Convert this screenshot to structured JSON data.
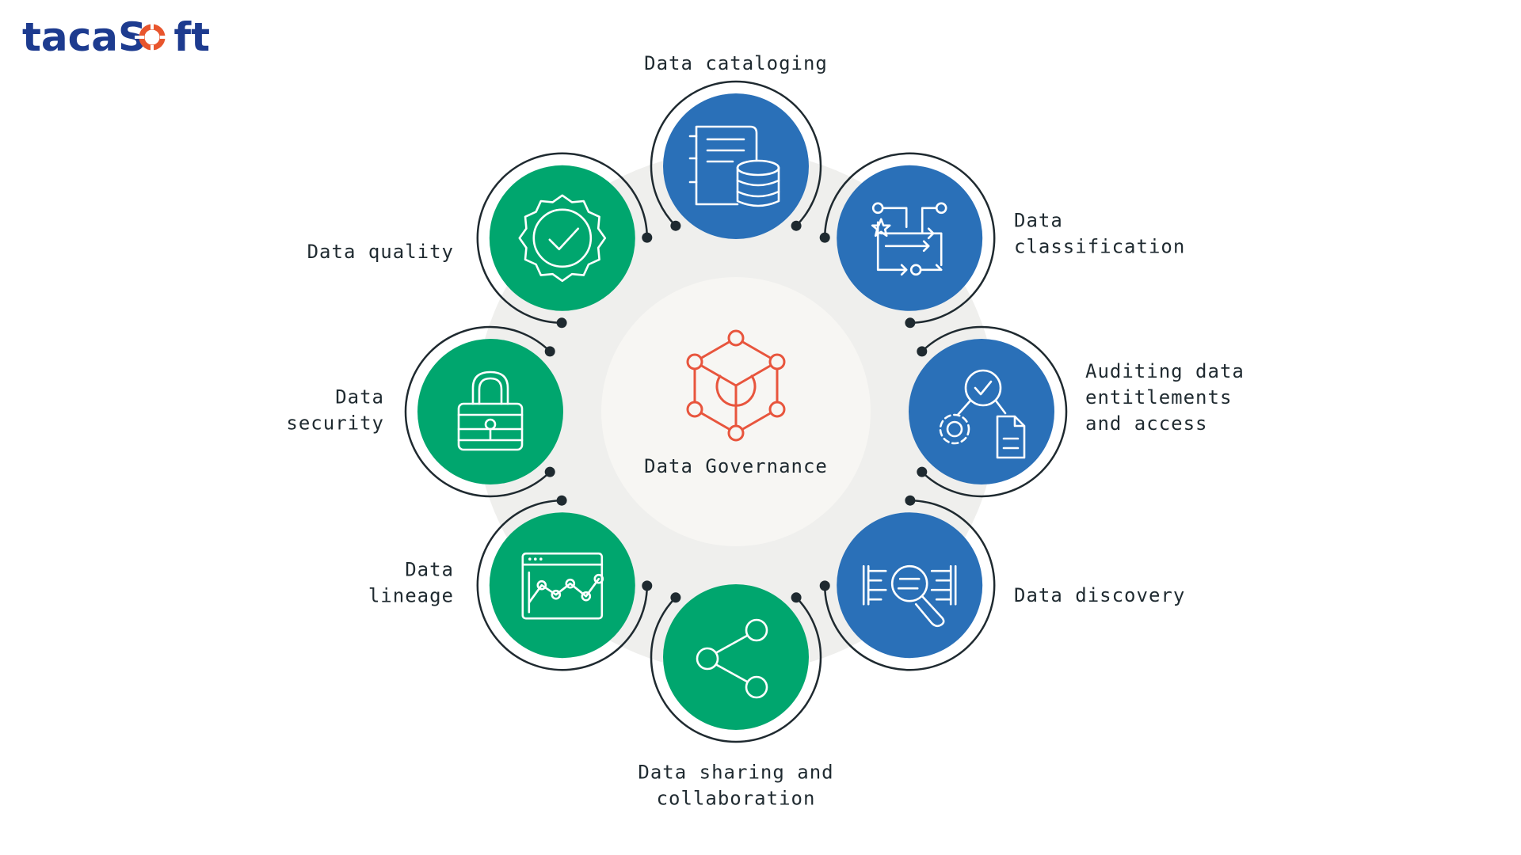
{
  "brand": {
    "name_part1": "taca",
    "name_part2": "S",
    "name_part3": "ft",
    "color_primary": "#1d3b8f",
    "color_accent": "#e8552d"
  },
  "center": {
    "label": "Data Governance",
    "icon": "cube-network-icon",
    "icon_color": "#e8553d"
  },
  "colors": {
    "blue": "#2a70b8",
    "green": "#00a66e",
    "ring": "#1f2a30",
    "backdrop": "#efefed",
    "center_bg": "#f7f6f3"
  },
  "nodes": [
    {
      "id": "cataloging",
      "lines": [
        "Data cataloging"
      ],
      "icon": "document-database-icon",
      "color": "blue"
    },
    {
      "id": "classification",
      "lines": [
        "Data",
        "classification"
      ],
      "icon": "flow-classification-icon",
      "color": "blue"
    },
    {
      "id": "auditing",
      "lines": [
        "Auditing data",
        "entitlements",
        "and access"
      ],
      "icon": "audit-check-gear-icon",
      "color": "blue"
    },
    {
      "id": "discovery",
      "lines": [
        "Data discovery"
      ],
      "icon": "magnifier-search-icon",
      "color": "blue"
    },
    {
      "id": "sharing",
      "lines": [
        "Data sharing and",
        "collaboration"
      ],
      "icon": "share-icon",
      "color": "green"
    },
    {
      "id": "lineage",
      "lines": [
        "Data",
        "lineage"
      ],
      "icon": "line-chart-window-icon",
      "color": "green"
    },
    {
      "id": "security",
      "lines": [
        "Data",
        "security"
      ],
      "icon": "padlock-icon",
      "color": "green"
    },
    {
      "id": "quality",
      "lines": [
        "Data quality"
      ],
      "icon": "badge-check-icon",
      "color": "green"
    }
  ]
}
